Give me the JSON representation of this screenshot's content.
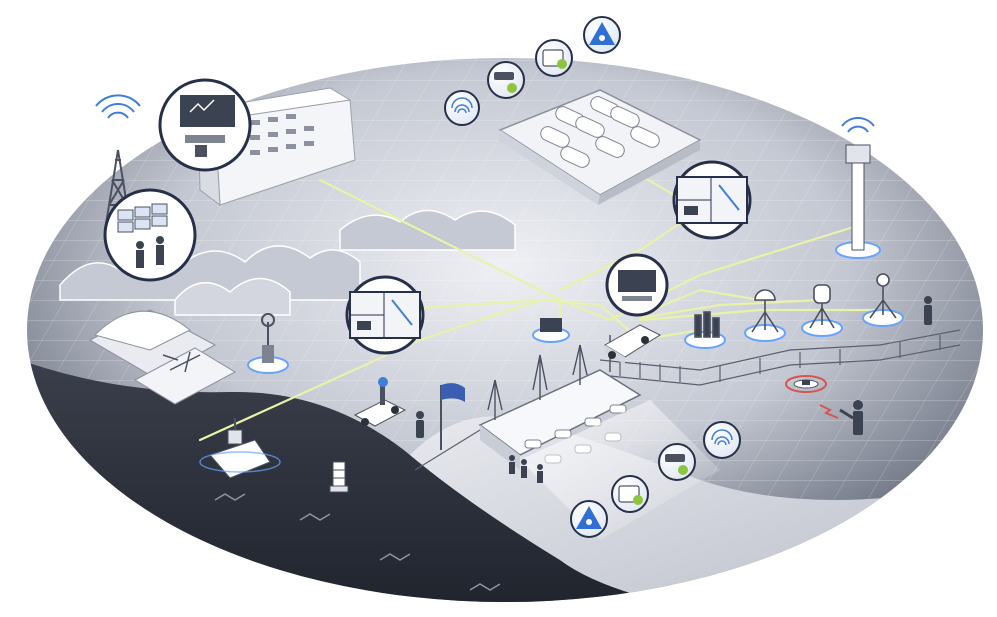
{
  "colors": {
    "background": "#ffffff",
    "ground_dark": "#5d6474",
    "ground_light": "#dde0e7",
    "sea": "#1f232c",
    "network_line": "#e8f2a8",
    "accent_blue": "#2f6fd6",
    "alert_red": "#d9534f",
    "icon_green": "#8cc63f",
    "flag_blue": "#3a5fb0"
  },
  "scene": {
    "kind": "border-security-surveillance-network",
    "components": [
      "watch-tower",
      "command-center",
      "video-wall",
      "hangar",
      "helipad",
      "perimeter-fenced-facility",
      "cell-tower",
      "sensor-poles",
      "radar-mast",
      "patrol-truck",
      "patrol-boat",
      "lighthouse-buoy",
      "border-crossing-checkpoint",
      "border-fence",
      "guard",
      "drone-operator",
      "drone",
      "flag"
    ],
    "icon_badges": [
      "hazard-icon",
      "id-card-icon",
      "cctv-camera-icon",
      "fingerprint-icon"
    ]
  }
}
